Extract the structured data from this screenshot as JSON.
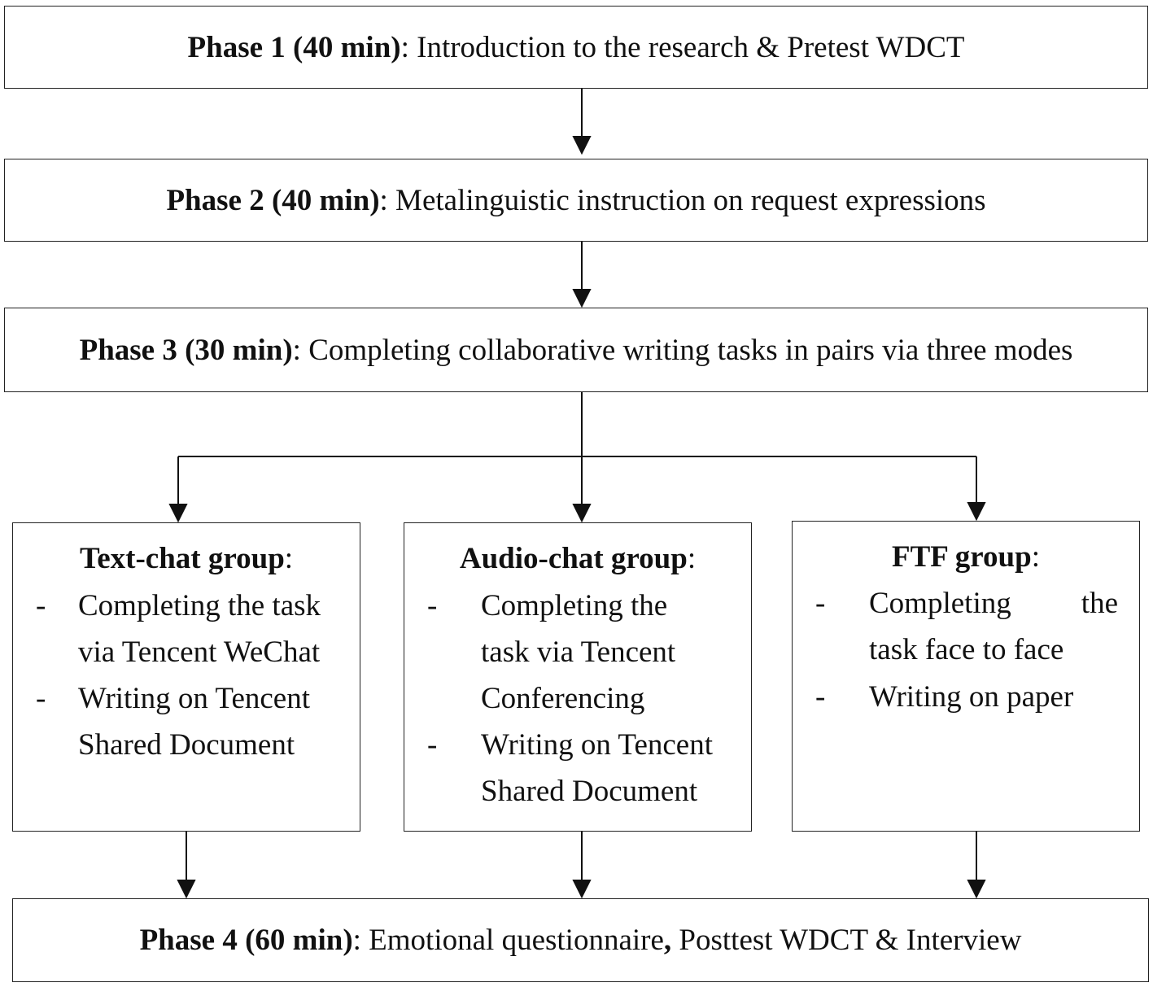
{
  "phase1": {
    "label": "Phase 1 (40 min)",
    "sep": ": ",
    "text": "Introduction to the research & Pretest WDCT"
  },
  "phase2": {
    "label": "Phase 2 (40 min)",
    "sep": ": ",
    "text": "Metalinguistic instruction on request expressions"
  },
  "phase3": {
    "label": "Phase 3 (30 min)",
    "sep": ": ",
    "text": "Completing collaborative writing tasks in pairs via three modes"
  },
  "groups": {
    "text_chat": {
      "title": "Text-chat group",
      "colon": ":",
      "dash": "-",
      "lines": [
        "Completing the task",
        "via Tencent WeChat",
        "Writing on Tencent",
        "Shared Document"
      ]
    },
    "audio_chat": {
      "title": "Audio-chat group",
      "colon": ":",
      "dash": "-",
      "lines": [
        "Completing the",
        "task via Tencent",
        "Conferencing",
        "Writing on Tencent",
        "Shared Document"
      ]
    },
    "ftf": {
      "title": "FTF group",
      "colon": ":",
      "dash": "-",
      "line1_left": "Completing",
      "line1_right": "the",
      "lines": [
        "task face to face",
        "Writing on paper"
      ]
    }
  },
  "phase4": {
    "label": "Phase 4 (60 min)",
    "sep": ": ",
    "text1": "Emotional questionnaire",
    "comma": ",",
    "text2": " Posttest WDCT & Interview"
  }
}
